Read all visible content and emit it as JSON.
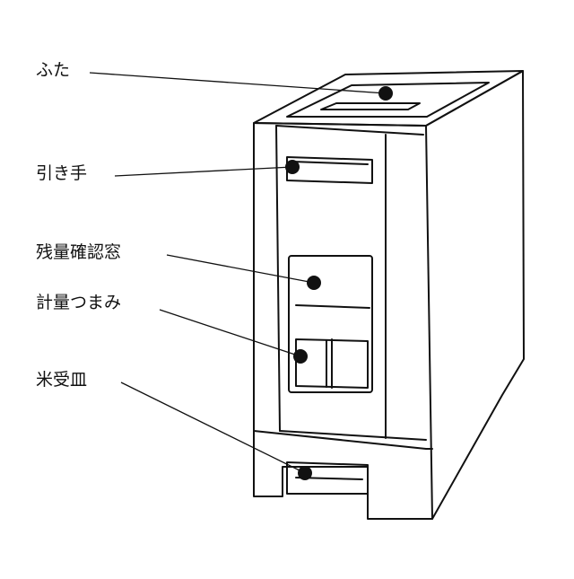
{
  "callouts": [
    {
      "id": "lid",
      "label": "ふた"
    },
    {
      "id": "handle",
      "label": "引き手"
    },
    {
      "id": "window",
      "label": "残量確認窓"
    },
    {
      "id": "knob",
      "label": "計量つまみ"
    },
    {
      "id": "tray",
      "label": "米受皿"
    }
  ],
  "colors": {
    "line": "#111111",
    "background": "#ffffff"
  }
}
